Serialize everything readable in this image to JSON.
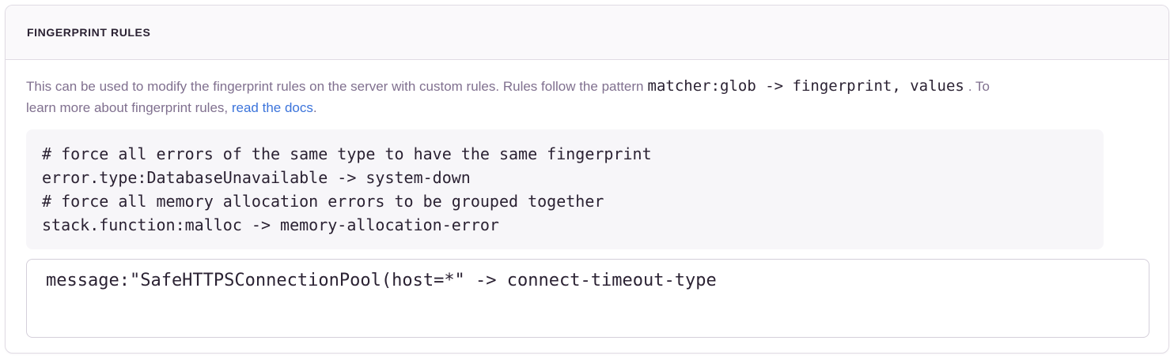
{
  "panel": {
    "header": "FINGERPRINT RULES"
  },
  "description": {
    "line1_text": "This can be used to modify the fingerprint rules on the server with custom rules. Rules follow the pattern",
    "inline_code": "matcher:glob -> fingerprint, values",
    "line1_suffix": ". To",
    "line2_text": "learn more about fingerprint rules, ",
    "link_label": "read the docs",
    "line2_suffix": "."
  },
  "example_block": {
    "lines": {
      "0": "# force all errors of the same type to have the same fingerprint",
      "1": "error.type:DatabaseUnavailable -> system-down",
      "2": "# force all memory allocation errors to be grouped together",
      "3": "stack.function:malloc -> memory-allocation-error"
    }
  },
  "rules_input": {
    "value": "message:\"SafeHTTPSConnectionPool(host=*\" -> connect-timeout-type"
  },
  "colors": {
    "link": "#3c74db",
    "panel_border": "#e0dbe4",
    "header_bg": "#faf9fb",
    "text_dark": "#2b2233",
    "text_gray": "#80708f",
    "pre_bg": "#f7f6f9",
    "input_border": "#d4cfda"
  }
}
